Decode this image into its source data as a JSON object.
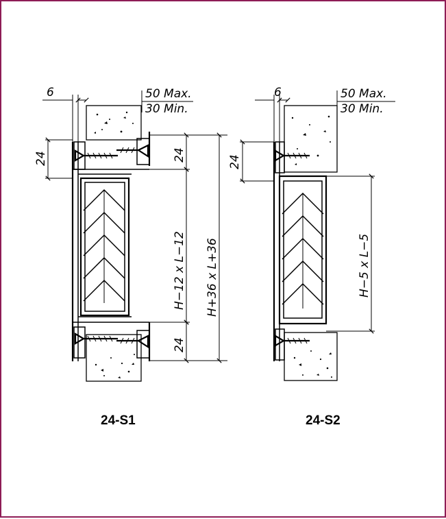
{
  "colors": {
    "frame_border": "#8e1c56",
    "ink": "#000000",
    "background": "#ffffff"
  },
  "s1": {
    "caption": "24-S1",
    "dim_left_top": "6",
    "dim_max": "50 Max.",
    "dim_min": "30 Min.",
    "dim_side_left": "24",
    "dim_top_right": "24",
    "dim_inner": "H−12 x L−12",
    "dim_outer": "H+36 x L+36",
    "dim_bottom_right": "24"
  },
  "s2": {
    "caption": "24-S2",
    "dim_left_top": "6",
    "dim_max": "50 Max.",
    "dim_min": "30 Min.",
    "dim_side_left": "24",
    "dim_inner": "H−5 x L−5"
  }
}
